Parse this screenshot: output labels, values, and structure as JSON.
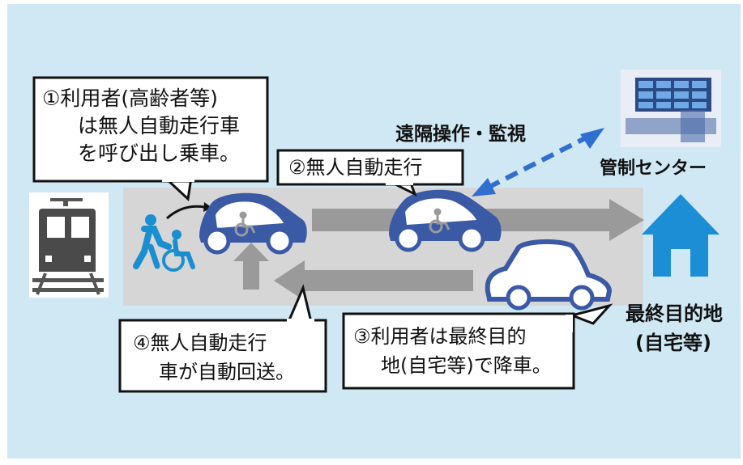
{
  "callouts": {
    "c1_line1": "①利用者(高齢者等)",
    "c1_line2": "は無人自動走行車",
    "c1_line3": "を呼び出し乗車。",
    "c2": "②無人自動走行",
    "c3_line1": "③利用者は最終目的",
    "c3_line2": "地(自宅等)で降車。",
    "c4_line1": "④無人自動走行",
    "c4_line2": "車が自動回送。"
  },
  "labels": {
    "remote": "遠隔操作・監視",
    "control_center": "管制センター",
    "destination_line1": "最終目的地",
    "destination_line2": "(自宅等)"
  },
  "icons": {
    "train": "train-icon",
    "people": "wheelchair-user-with-helper-icon",
    "car_1": "car-with-wheelchair-icon",
    "car_2": "car-with-wheelchair-icon",
    "car_3": "car-icon",
    "house": "house-icon",
    "monitor": "control-room-monitor-icon"
  },
  "colors": {
    "background": "#cfe8f4",
    "road": "#d6d6d6",
    "arrow": "#9a9a9a",
    "car_blue": "#3a5aa6",
    "remote_arrow": "#2f6fd0",
    "house": "#1c8ed6",
    "person": "#1a8fd0"
  }
}
